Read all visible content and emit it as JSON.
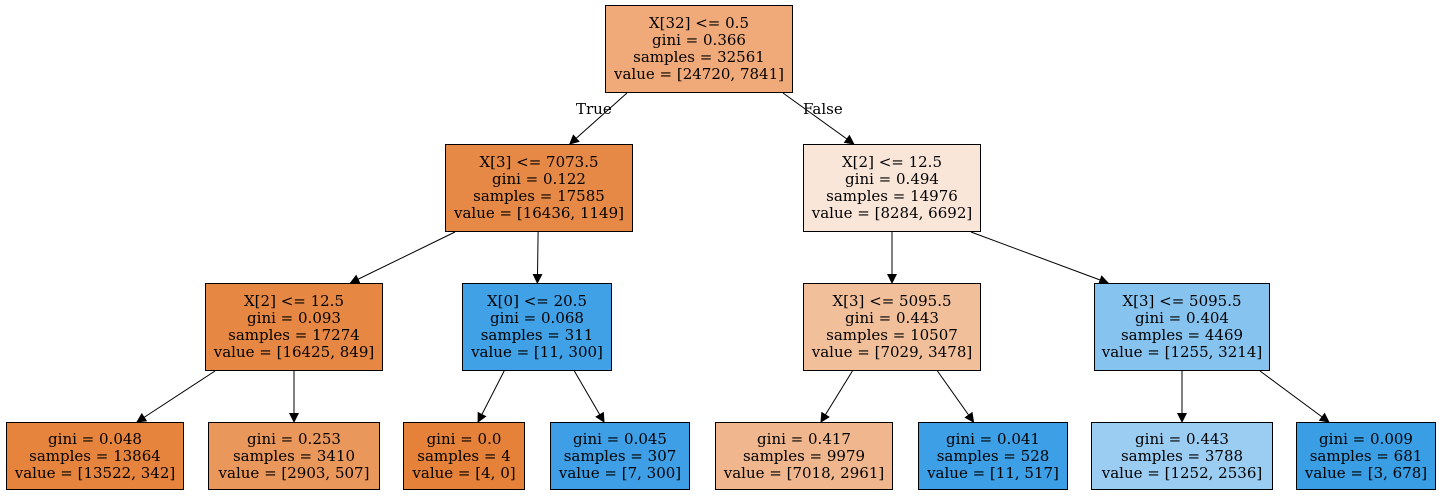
{
  "tree": {
    "nodes": [
      {
        "id": "n0",
        "lines": [
          "X[32] <= 0.5",
          "gini = 0.366",
          "samples = 32561",
          "value = [24720, 7841]"
        ],
        "fill": "#f0aa79"
      },
      {
        "id": "n1",
        "lines": [
          "X[3] <= 7073.5",
          "gini = 0.122",
          "samples = 17585",
          "value = [16436, 1149]"
        ],
        "fill": "#e78946"
      },
      {
        "id": "n2",
        "lines": [
          "X[2] <= 12.5",
          "gini = 0.093",
          "samples = 17274",
          "value = [16425, 849]"
        ],
        "fill": "#e68743"
      },
      {
        "id": "n3",
        "lines": [
          "gini = 0.048",
          "samples = 13864",
          "value = [13522, 342]"
        ],
        "fill": "#e6843e"
      },
      {
        "id": "n4",
        "lines": [
          "gini = 0.253",
          "samples = 3410",
          "value = [2903, 507]"
        ],
        "fill": "#ea975c"
      },
      {
        "id": "n5",
        "lines": [
          "X[0] <= 20.5",
          "gini = 0.068",
          "samples = 311",
          "value = [11, 300]"
        ],
        "fill": "#40a1e6"
      },
      {
        "id": "n6",
        "lines": [
          "gini = 0.0",
          "samples = 4",
          "value = [4, 0]"
        ],
        "fill": "#e58139"
      },
      {
        "id": "n7",
        "lines": [
          "gini = 0.045",
          "samples = 307",
          "value = [7, 300]"
        ],
        "fill": "#3e9fe6"
      },
      {
        "id": "n8",
        "lines": [
          "X[2] <= 12.5",
          "gini = 0.494",
          "samples = 14976",
          "value = [8284, 6692]"
        ],
        "fill": "#fae6d9"
      },
      {
        "id": "n9",
        "lines": [
          "X[3] <= 5095.5",
          "gini = 0.443",
          "samples = 10507",
          "value = [7029, 3478]"
        ],
        "fill": "#f2bf9b"
      },
      {
        "id": "n10",
        "lines": [
          "gini = 0.417",
          "samples = 9979",
          "value = [7018, 2961]"
        ],
        "fill": "#f0b68d"
      },
      {
        "id": "n11",
        "lines": [
          "gini = 0.041",
          "samples = 528",
          "value = [11, 517]"
        ],
        "fill": "#3d9fe6"
      },
      {
        "id": "n12",
        "lines": [
          "X[3] <= 5095.5",
          "gini = 0.404",
          "samples = 4469",
          "value = [1255, 3214]"
        ],
        "fill": "#86c3ef"
      },
      {
        "id": "n13",
        "lines": [
          "gini = 0.443",
          "samples = 3788",
          "value = [1252, 2536]"
        ],
        "fill": "#9bcdf2"
      },
      {
        "id": "n14",
        "lines": [
          "gini = 0.009",
          "samples = 681",
          "value = [3, 678]"
        ],
        "fill": "#3a9ee5"
      }
    ],
    "edges": [
      {
        "from": "n0",
        "to": "n1",
        "label": "True"
      },
      {
        "from": "n0",
        "to": "n8",
        "label": "False"
      },
      {
        "from": "n1",
        "to": "n2",
        "label": ""
      },
      {
        "from": "n1",
        "to": "n5",
        "label": ""
      },
      {
        "from": "n2",
        "to": "n3",
        "label": ""
      },
      {
        "from": "n2",
        "to": "n4",
        "label": ""
      },
      {
        "from": "n5",
        "to": "n6",
        "label": ""
      },
      {
        "from": "n5",
        "to": "n7",
        "label": ""
      },
      {
        "from": "n8",
        "to": "n9",
        "label": ""
      },
      {
        "from": "n8",
        "to": "n12",
        "label": ""
      },
      {
        "from": "n9",
        "to": "n10",
        "label": ""
      },
      {
        "from": "n9",
        "to": "n11",
        "label": ""
      },
      {
        "from": "n12",
        "to": "n13",
        "label": ""
      },
      {
        "from": "n12",
        "to": "n14",
        "label": ""
      }
    ]
  }
}
